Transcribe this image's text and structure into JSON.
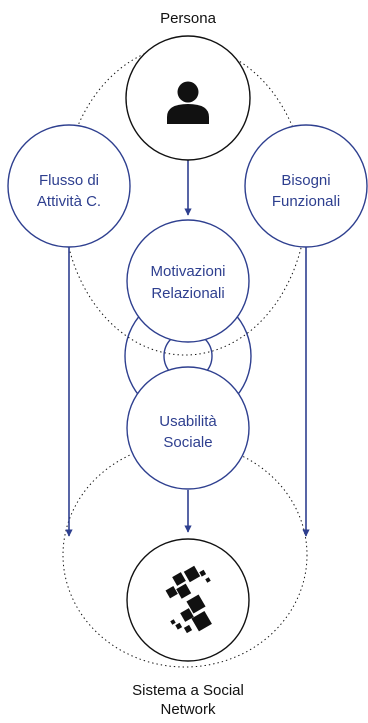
{
  "labels": {
    "top": "Persona",
    "bottom_line1": "Sistema a Social",
    "bottom_line2": "Network"
  },
  "nodes": {
    "left": {
      "line1": "Flusso di",
      "line2": "Attività C."
    },
    "right": {
      "line1": "Bisogni",
      "line2": "Funzionali"
    },
    "center_top": {
      "line1": "Motivazioni",
      "line2": "Relazionali"
    },
    "center_bottom": {
      "line1": "Usabilità",
      "line2": "Sociale"
    }
  },
  "icons": {
    "top": "person-icon",
    "bottom": "social-network-logo-icon"
  },
  "colors": {
    "accent": "#2e3f8f",
    "black": "#111111"
  }
}
